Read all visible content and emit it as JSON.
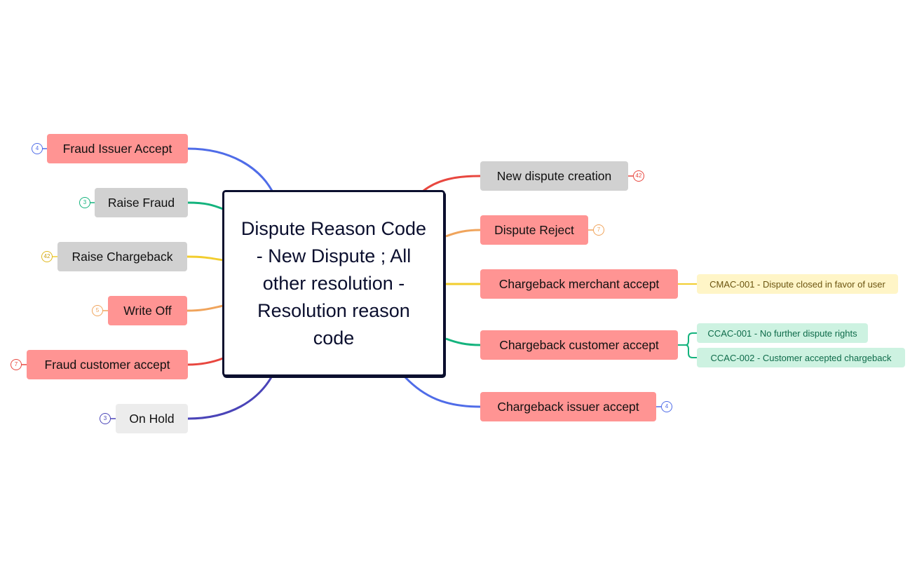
{
  "colors": {
    "pink": "#ff9493",
    "gray": "#d1d1d1",
    "lightgray": "#ececec",
    "yellow_bg": "#fff5c7",
    "mint_bg": "#cdf2e1",
    "blue": "#4f6ce8",
    "green": "#14b37d",
    "yellow": "#f2cd2e",
    "orange": "#f0a45c",
    "red": "#e8473f",
    "indigo": "#4a44b8"
  },
  "root": {
    "title": "Dispute Reason Code - New Dispute ; All other resolution - Resolution reason code"
  },
  "left": [
    {
      "label": "Fraud Issuer Accept",
      "badge": "4",
      "color": "blue"
    },
    {
      "label": "Raise Fraud",
      "badge": "3",
      "color": "green"
    },
    {
      "label": "Raise Chargeback",
      "badge": "42",
      "color": "yellow"
    },
    {
      "label": "Write Off",
      "badge": "5",
      "color": "orange"
    },
    {
      "label": "Fraud customer accept",
      "badge": "7",
      "color": "red"
    },
    {
      "label": "On Hold",
      "badge": "3",
      "color": "indigo"
    }
  ],
  "right": [
    {
      "label": "New dispute creation",
      "badge": "42",
      "color": "red"
    },
    {
      "label": "Dispute Reject",
      "badge": "7",
      "color": "orange"
    },
    {
      "label": "Chargeback merchant accept",
      "color": "yellow",
      "children": [
        {
          "label": "CMAC-001 - Dispute closed in favor of user"
        }
      ]
    },
    {
      "label": "Chargeback customer accept",
      "color": "green",
      "children": [
        {
          "label": "CCAC-001 - No further dispute rights"
        },
        {
          "label": "CCAC-002 - Customer accepted chargeback"
        }
      ]
    },
    {
      "label": "Chargeback issuer accept",
      "badge": "4",
      "color": "blue"
    }
  ]
}
